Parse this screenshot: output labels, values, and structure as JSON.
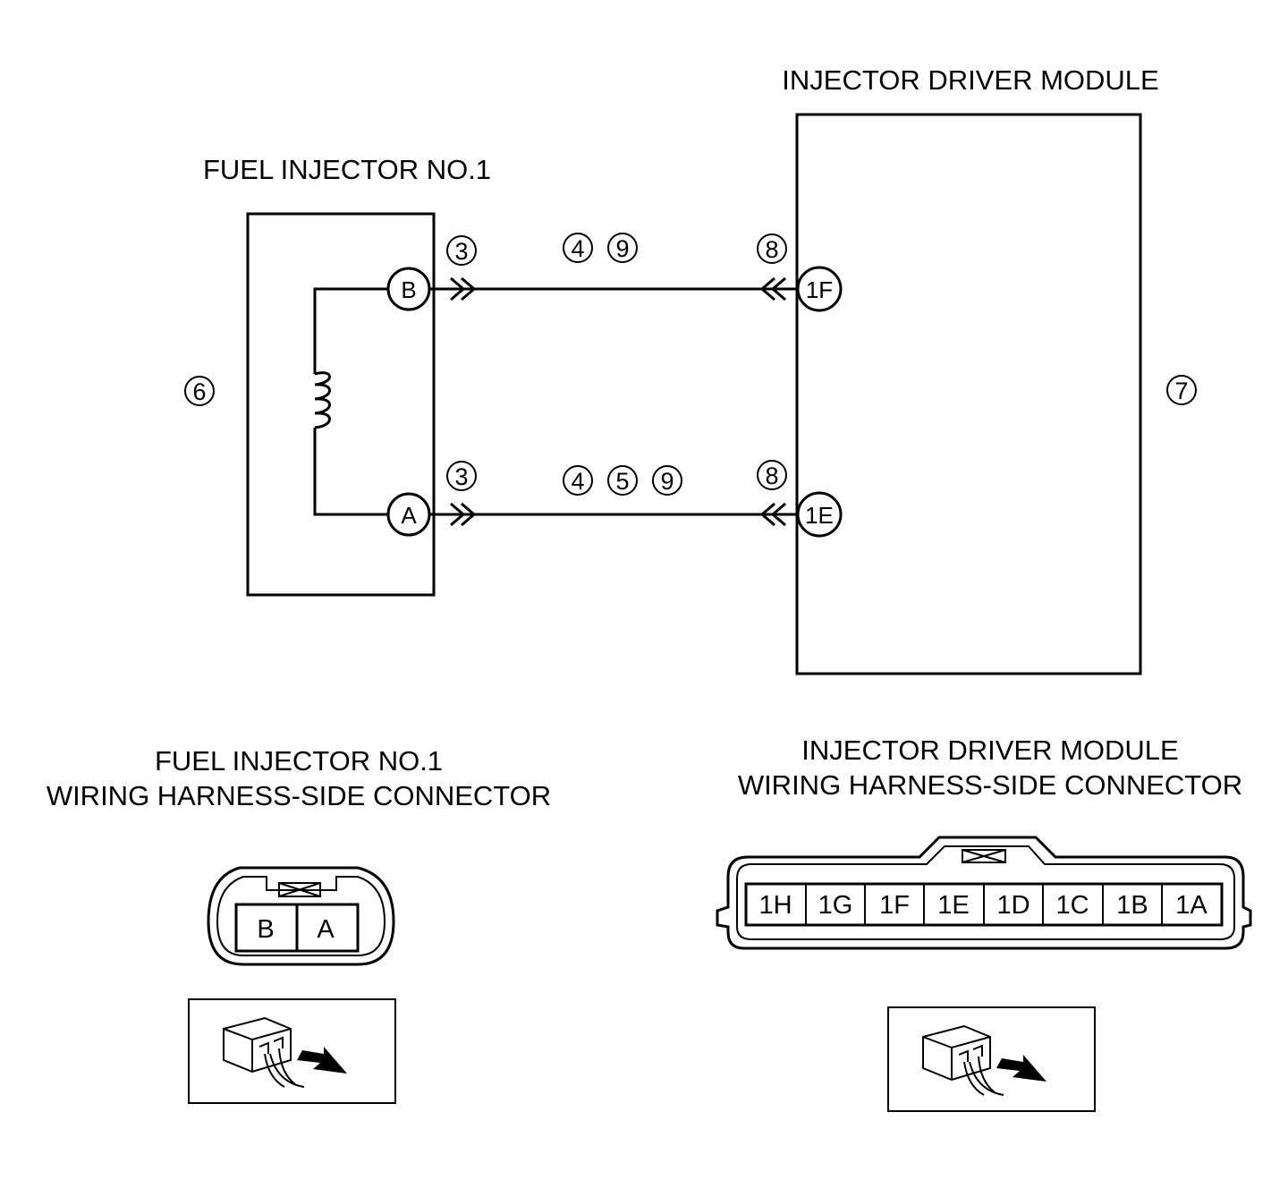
{
  "diagram": {
    "module_title": "INJECTOR DRIVER MODULE",
    "injector_title": "FUEL INJECTOR NO.1",
    "injector_pin_b": "B",
    "injector_pin_a": "A",
    "module_pin_1f": "1F",
    "module_pin_1e": "1E",
    "callout_3": "3",
    "callout_4": "4",
    "callout_5": "5",
    "callout_6": "6",
    "callout_7": "7",
    "callout_8": "8",
    "callout_9": "9"
  },
  "injector_connector": {
    "title_line1": "FUEL INJECTOR NO.1",
    "title_line2": "WIRING HARNESS-SIDE CONNECTOR",
    "pins": [
      "B",
      "A"
    ],
    "view_icon": "harness-side-view-icon"
  },
  "module_connector": {
    "title_line1": "INJECTOR DRIVER MODULE",
    "title_line2": "WIRING HARNESS-SIDE CONNECTOR",
    "pins": [
      "1H",
      "1G",
      "1F",
      "1E",
      "1D",
      "1C",
      "1B",
      "1A"
    ],
    "view_icon": "harness-side-view-icon"
  }
}
